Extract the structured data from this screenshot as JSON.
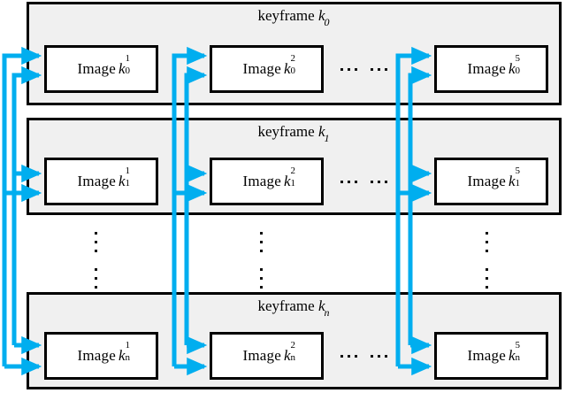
{
  "figure": {
    "title": "keyframe image grid with recurrent connections",
    "accent_color": "#00AEEF",
    "panel_fill": "#f0f0f0",
    "box_fill": "#ffffff",
    "stroke_color": "#000000"
  },
  "rows": [
    {
      "id": "row-k0",
      "title_prefix": "keyframe",
      "title_symbol": "k",
      "title_subscript": "0",
      "boxes": [
        {
          "label": "Image",
          "symbol": "k",
          "superscript": "1",
          "subscript": "0"
        },
        {
          "label": "Image",
          "symbol": "k",
          "superscript": "2",
          "subscript": "0"
        },
        {
          "label": "Image",
          "symbol": "k",
          "superscript": "5",
          "subscript": "0"
        }
      ],
      "ellipsis": "......"
    },
    {
      "id": "row-k1",
      "title_prefix": "keyframe",
      "title_symbol": "k",
      "title_subscript": "1",
      "boxes": [
        {
          "label": "Image",
          "symbol": "k",
          "superscript": "1",
          "subscript": "1"
        },
        {
          "label": "Image",
          "symbol": "k",
          "superscript": "2",
          "subscript": "1"
        },
        {
          "label": "Image",
          "symbol": "k",
          "superscript": "5",
          "subscript": "1"
        }
      ],
      "ellipsis": "......"
    },
    {
      "id": "row-kn",
      "title_prefix": "keyframe",
      "title_symbol": "k",
      "title_subscript": "n",
      "boxes": [
        {
          "label": "Image",
          "symbol": "k",
          "superscript": "1",
          "subscript": "n"
        },
        {
          "label": "Image",
          "symbol": "k",
          "superscript": "2",
          "subscript": "n"
        },
        {
          "label": "Image",
          "symbol": "k",
          "superscript": "5",
          "subscript": "n"
        }
      ],
      "ellipsis": "......"
    }
  ],
  "vertical_ellipses": {
    "count": 3,
    "dots_per_group": 3,
    "groups": 2
  },
  "columns": [
    {
      "id": "col-1",
      "index": 1
    },
    {
      "id": "col-2",
      "index": 2
    },
    {
      "id": "col-5",
      "index": 5
    }
  ]
}
